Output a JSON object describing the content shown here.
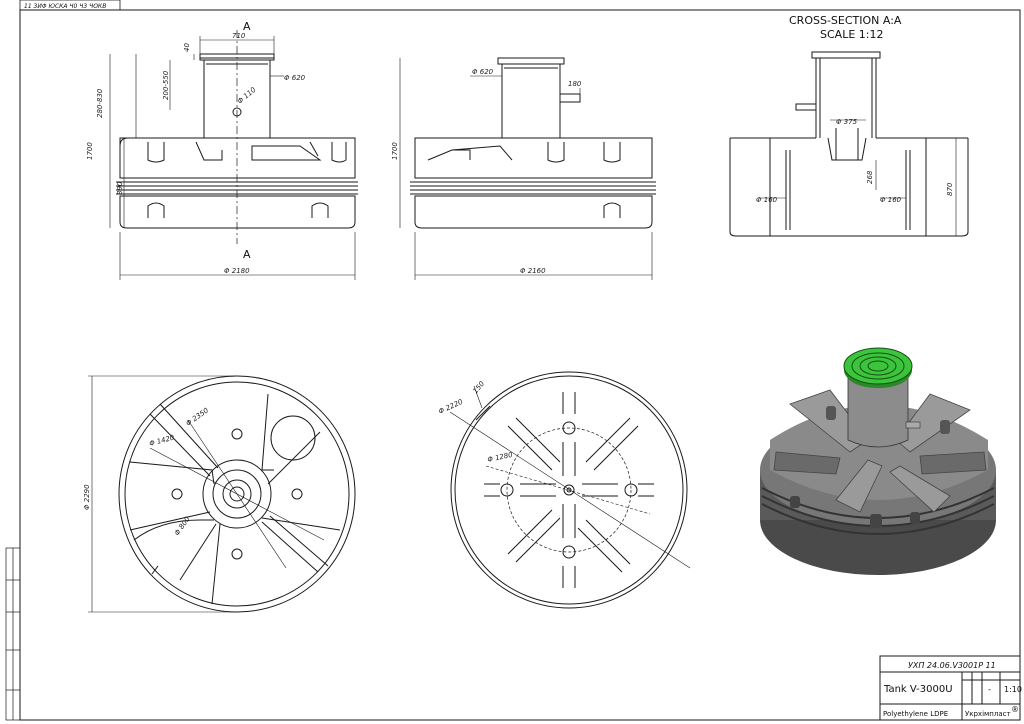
{
  "sheet": {
    "corner_code": "11 3ИΦ ЮСКА Ч0 Ч3 ЧОКВ",
    "section_marker": "A",
    "cross_section_title": "CROSS-SECTION A:A",
    "cross_section_scale": "SCALE 1:12"
  },
  "front_view": {
    "dims": {
      "d_top": "710",
      "h_rim": "40",
      "h_neck": "200-550",
      "h_neck_total": "280-830",
      "h_total": "1700",
      "h_body": "890",
      "d_neck": "Φ 620",
      "d_pipe": "Φ 110",
      "d_base": "Φ 2180"
    }
  },
  "side_view": {
    "dims": {
      "d_neck": "Φ 620",
      "pipe_len": "180",
      "h_total": "1700",
      "d_base": "Φ 2160"
    }
  },
  "cross_section": {
    "dims": {
      "d_inner": "Φ 375",
      "h_inner": "268",
      "d_left": "Φ 160",
      "d_right": "Φ 160",
      "h_right": "870"
    }
  },
  "top_view": {
    "dims": {
      "d_outer": "Φ 2290",
      "d_a": "Φ 2350",
      "d_b": "Φ 1420",
      "d_c": "Φ 800"
    }
  },
  "bottom_view": {
    "dims": {
      "d_outer": "Φ 2220",
      "d_mid": "Φ 1280",
      "w_slot": "150"
    }
  },
  "title_block": {
    "doc_code": "УХП 24.06.V3001P 11",
    "product": "Tank V-3000U",
    "letter": "-",
    "scale": "1:10",
    "material": "Polyethylene LDPE",
    "company": "Укрхімпласт",
    "reg_mark": "®"
  },
  "colors": {
    "line": "#1a1a1a",
    "lid_green": "#3cc43c",
    "tank_dark": "#4a4a4a",
    "tank_mid": "#777777",
    "tank_light": "#9a9a9a"
  }
}
